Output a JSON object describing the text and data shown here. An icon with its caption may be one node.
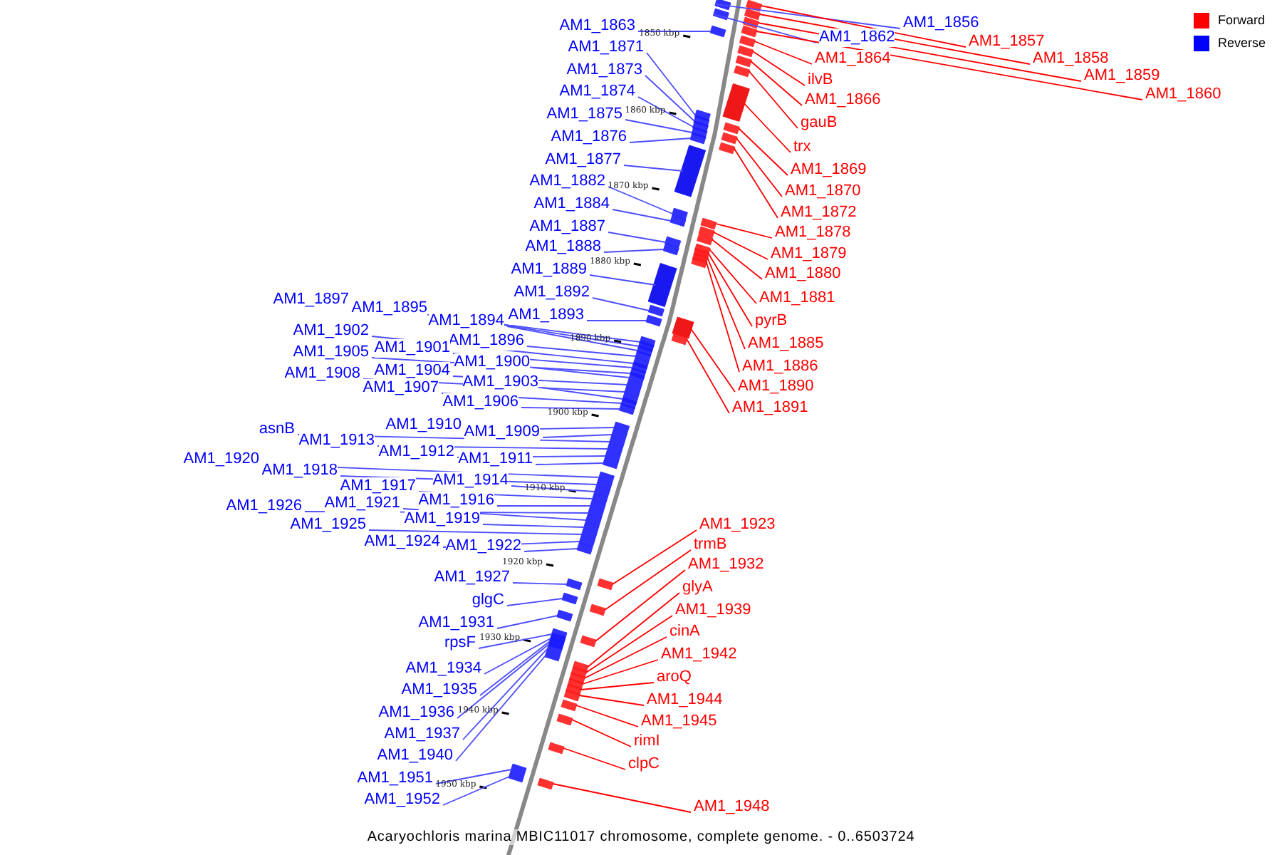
{
  "diagram": {
    "caption": "Acaryochloris marina MBIC11017 chromosome, complete genome. - 0..6503724",
    "nodes": [
      {
        "text": [
          "AM1_1856"
        ]
      },
      {
        "text": [
          "AM1_1862"
        ]
      },
      {
        "text": [
          "AM1_1863"
        ]
      },
      {
        "text": [
          "AM1_1871"
        ]
      },
      {
        "text": [
          "AM1_1873"
        ]
      },
      {
        "text": [
          "AM1_1874"
        ]
      },
      {
        "text": [
          "AM1_1875"
        ]
      },
      {
        "text": [
          "AM1_1876"
        ]
      },
      {
        "text": [
          "AM1_1877"
        ]
      },
      {
        "text": [
          "AM1_1882"
        ]
      },
      {
        "text": [
          "AM1_1884"
        ]
      },
      {
        "text": [
          "AM1_1887"
        ]
      },
      {
        "text": [
          "AM1_1888"
        ]
      },
      {
        "text": [
          "AM1_1889"
        ]
      },
      {
        "text": [
          "AM1_1892"
        ]
      },
      {
        "text": [
          "AM1_1893"
        ]
      },
      {
        "text": [
          "AM1_1897"
        ]
      },
      {
        "text": [
          "AM1_1895"
        ]
      },
      {
        "text": [
          "AM1_1894"
        ]
      },
      {
        "text": [
          "AM1_1896"
        ]
      },
      {
        "text": [
          "AM1_1902"
        ]
      },
      {
        "text": [
          "AM1_1901"
        ]
      },
      {
        "text": [
          "AM1_1905"
        ]
      },
      {
        "text": [
          "AM1_1900"
        ]
      },
      {
        "text": [
          "AM1_1904"
        ]
      },
      {
        "text": [
          "AM1_1908"
        ]
      },
      {
        "text": [
          "AM1_1903"
        ]
      },
      {
        "text": [
          "AM1_1907"
        ]
      },
      {
        "text": [
          "AM1_1906"
        ]
      },
      {
        "text": [
          "AM1_1910"
        ]
      },
      {
        "text": [
          "AM1_1909"
        ]
      },
      {
        "text": [
          "asnB"
        ]
      },
      {
        "text": [
          "AM1_1913"
        ]
      },
      {
        "text": [
          "AM1_1912"
        ]
      },
      {
        "text": [
          "AM1_1911"
        ]
      },
      {
        "text": [
          "AM1_1920"
        ]
      },
      {
        "text": [
          "AM1_1918"
        ]
      },
      {
        "text": [
          "AM1_1914"
        ]
      },
      {
        "text": [
          "AM1_1917"
        ]
      },
      {
        "text": [
          "AM1_1916"
        ]
      },
      {
        "text": [
          "AM1_1926"
        ]
      },
      {
        "text": [
          "AM1_1921"
        ]
      },
      {
        "text": [
          "AM1_1919"
        ]
      },
      {
        "text": [
          "AM1_1925"
        ]
      },
      {
        "text": [
          "AM1_1924"
        ]
      },
      {
        "text": [
          "AM1_1922"
        ]
      },
      {
        "text": [
          "AM1_1927"
        ]
      },
      {
        "text": [
          "glgC"
        ]
      },
      {
        "text": [
          "AM1_1931"
        ]
      },
      {
        "text": [
          "rpsF"
        ]
      },
      {
        "text": [
          "AM1_1934"
        ]
      },
      {
        "text": [
          "AM1_1935"
        ]
      },
      {
        "text": [
          "AM1_1936"
        ]
      },
      {
        "text": [
          "AM1_1937"
        ]
      },
      {
        "text": [
          "AM1_1940"
        ]
      },
      {
        "text": [
          "AM1_1951"
        ]
      },
      {
        "text": [
          "AM1_1952"
        ]
      },
      {
        "text": [
          "AM1_1857"
        ]
      },
      {
        "text": [
          "AM1_1858"
        ]
      },
      {
        "text": [
          "AM1_1859"
        ]
      },
      {
        "text": [
          "AM1_1860"
        ]
      },
      {
        "text": [
          "AM1_1864"
        ]
      },
      {
        "text": [
          "ilvB"
        ]
      },
      {
        "text": [
          "AM1_1866"
        ]
      },
      {
        "text": [
          "gauB"
        ]
      },
      {
        "text": [
          "trx"
        ]
      },
      {
        "text": [
          "AM1_1869"
        ]
      },
      {
        "text": [
          "AM1_1870"
        ]
      },
      {
        "text": [
          "AM1_1872"
        ]
      },
      {
        "text": [
          "AM1_1878"
        ]
      },
      {
        "text": [
          "AM1_1879"
        ]
      },
      {
        "text": [
          "AM1_1880"
        ]
      },
      {
        "text": [
          "AM1_1881"
        ]
      },
      {
        "text": [
          "pyrB"
        ]
      },
      {
        "text": [
          "AM1_1885"
        ]
      },
      {
        "text": [
          "AM1_1886"
        ]
      },
      {
        "text": [
          "AM1_1890"
        ]
      },
      {
        "text": [
          "AM1_1891"
        ]
      },
      {
        "text": [
          "AM1_1923"
        ]
      },
      {
        "text": [
          "trmB"
        ]
      },
      {
        "text": [
          "AM1_1932"
        ]
      },
      {
        "text": [
          "glyA"
        ]
      },
      {
        "text": [
          "AM1_1939"
        ]
      },
      {
        "text": [
          "cinA"
        ]
      },
      {
        "text": [
          "AM1_1942"
        ]
      },
      {
        "text": [
          "aroQ"
        ]
      },
      {
        "text": [
          "AM1_1944"
        ]
      },
      {
        "text": [
          "AM1_1945"
        ]
      },
      {
        "text": [
          "rimI"
        ]
      },
      {
        "text": [
          "clpC"
        ]
      },
      {
        "text": [
          "AM1_1948"
        ]
      },
      {
        "text": [],
        "shape": "box"
      },
      {
        "text": [],
        "shape": "box"
      },
      {
        "text": [],
        "shape": "box"
      },
      {
        "text": [],
        "shape": "box"
      },
      {
        "text": [],
        "shape": "box"
      },
      {
        "text": [],
        "shape": "box"
      },
      {
        "text": [],
        "shape": "box"
      },
      {
        "text": [],
        "shape": "box"
      },
      {
        "text": [],
        "shape": "box"
      },
      {
        "text": [],
        "shape": "box"
      },
      {
        "text": [],
        "shape": "box"
      },
      {
        "text": [],
        "shape": "box"
      },
      {
        "text": [],
        "shape": "box"
      },
      {
        "text": [],
        "shape": "box"
      },
      {
        "text": [],
        "shape": "box"
      },
      {
        "text": [],
        "shape": "box"
      },
      {
        "text": [],
        "shape": "box"
      },
      {
        "text": [],
        "shape": "box"
      },
      {
        "text": [],
        "shape": "box"
      },
      {
        "text": [],
        "shape": "box"
      },
      {
        "text": [],
        "shape": "box"
      },
      {
        "text": [],
        "shape": "box"
      },
      {
        "text": [],
        "shape": "box"
      },
      {
        "text": [],
        "shape": "box"
      },
      {
        "text": [],
        "shape": "box"
      },
      {
        "text": [],
        "shape": "box"
      },
      {
        "text": [],
        "shape": "box"
      },
      {
        "text": [],
        "shape": "box"
      },
      {
        "text": [],
        "shape": "box"
      },
      {
        "text": [],
        "shape": "box"
      },
      {
        "text": [],
        "shape": "box"
      },
      {
        "text": [],
        "shape": "box"
      },
      {
        "text": [],
        "shape": "box"
      },
      {
        "text": [],
        "shape": "box"
      },
      {
        "text": [],
        "shape": "box"
      },
      {
        "text": [],
        "shape": "box"
      },
      {
        "text": [],
        "shape": "box"
      },
      {
        "text": [],
        "shape": "box"
      },
      {
        "text": [],
        "shape": "box"
      },
      {
        "text": [],
        "shape": "box"
      },
      {
        "text": [],
        "shape": "box"
      },
      {
        "text": [],
        "shape": "box"
      },
      {
        "text": [],
        "shape": "box"
      },
      {
        "text": [],
        "shape": "box"
      },
      {
        "text": [],
        "shape": "box"
      },
      {
        "text": [],
        "shape": "box"
      },
      {
        "text": [],
        "shape": "box"
      },
      {
        "text": [],
        "shape": "box"
      },
      {
        "text": [],
        "shape": "box"
      },
      {
        "text": [],
        "shape": "box"
      },
      {
        "text": [],
        "shape": "box"
      },
      {
        "text": [],
        "shape": "box"
      },
      {
        "text": [],
        "shape": "box"
      },
      {
        "text": [],
        "shape": "box"
      },
      {
        "text": [],
        "shape": "box"
      },
      {
        "text": [],
        "shape": "box"
      },
      {
        "text": [],
        "shape": "box"
      },
      {
        "text": [],
        "shape": "box"
      },
      {
        "text": [],
        "shape": "box"
      },
      {
        "text": [],
        "shape": "box"
      },
      {
        "text": [],
        "shape": "box"
      },
      {
        "text": [],
        "shape": "box"
      },
      {
        "text": [],
        "shape": "box"
      },
      {
        "text": [],
        "shape": "box"
      },
      {
        "text": [],
        "shape": "box"
      },
      {
        "text": [],
        "shape": "box"
      },
      {
        "text": [],
        "shape": "box"
      },
      {
        "text": [],
        "shape": "box"
      },
      {
        "text": [],
        "shape": "box"
      },
      {
        "text": [],
        "shape": "box"
      },
      {
        "text": [],
        "shape": "box"
      },
      {
        "text": [],
        "shape": "box"
      },
      {
        "text": [],
        "shape": "box"
      },
      {
        "text": [],
        "shape": "box"
      },
      {
        "text": [],
        "shape": "box"
      },
      {
        "text": [],
        "shape": "box"
      },
      {
        "text": [],
        "shape": "box"
      },
      {
        "text": [],
        "shape": "box"
      },
      {
        "text": [],
        "shape": "box"
      },
      {
        "text": [],
        "shape": "box"
      },
      {
        "text": [],
        "shape": "box"
      },
      {
        "text": [],
        "shape": "box"
      },
      {
        "text": [],
        "shape": "box"
      },
      {
        "text": [],
        "shape": "box"
      },
      {
        "text": [],
        "shape": "box"
      },
      {
        "text": [],
        "shape": "box"
      },
      {
        "text": [],
        "shape": "box"
      },
      {
        "text": [],
        "shape": "box"
      },
      {
        "text": [],
        "shape": "box"
      },
      {
        "text": [],
        "shape": "box"
      },
      {
        "text": [],
        "shape": "box"
      }
    ],
    "edges": [
      {
        "from": 0,
        "to": 91,
        "arrow": "none"
      },
      {
        "from": 1,
        "to": 92,
        "arrow": "none"
      },
      {
        "from": 2,
        "to": 93,
        "arrow": "none"
      },
      {
        "from": 3,
        "to": 94,
        "arrow": "none"
      },
      {
        "from": 4,
        "to": 95,
        "arrow": "none"
      },
      {
        "from": 5,
        "to": 96,
        "arrow": "none"
      },
      {
        "from": 6,
        "to": 97,
        "arrow": "none"
      },
      {
        "from": 7,
        "to": 98,
        "arrow": "none"
      },
      {
        "from": 8,
        "to": 99,
        "arrow": "none"
      },
      {
        "from": 9,
        "to": 100,
        "arrow": "none"
      },
      {
        "from": 10,
        "to": 101,
        "arrow": "none"
      },
      {
        "from": 11,
        "to": 102,
        "arrow": "none"
      },
      {
        "from": 12,
        "to": 103,
        "arrow": "none"
      },
      {
        "from": 13,
        "to": 104,
        "arrow": "none"
      },
      {
        "from": 14,
        "to": 105,
        "arrow": "none"
      },
      {
        "from": 15,
        "to": 106,
        "arrow": "none"
      },
      {
        "from": 16,
        "to": 107,
        "arrow": "none"
      },
      {
        "from": 17,
        "to": 108,
        "arrow": "none"
      },
      {
        "from": 18,
        "to": 109,
        "arrow": "none"
      },
      {
        "from": 19,
        "to": 110,
        "arrow": "none"
      },
      {
        "from": 20,
        "to": 111,
        "arrow": "none"
      },
      {
        "from": 21,
        "to": 112,
        "arrow": "none"
      },
      {
        "from": 22,
        "to": 113,
        "arrow": "none"
      },
      {
        "from": 23,
        "to": 114,
        "arrow": "none"
      },
      {
        "from": 24,
        "to": 115,
        "arrow": "none"
      },
      {
        "from": 25,
        "to": 116,
        "arrow": "none"
      },
      {
        "from": 26,
        "to": 117,
        "arrow": "none"
      },
      {
        "from": 27,
        "to": 118,
        "arrow": "none"
      },
      {
        "from": 28,
        "to": 119,
        "arrow": "none"
      },
      {
        "from": 29,
        "to": 120,
        "arrow": "none"
      },
      {
        "from": 30,
        "to": 121,
        "arrow": "none"
      },
      {
        "from": 31,
        "to": 122,
        "arrow": "none"
      },
      {
        "from": 32,
        "to": 123,
        "arrow": "none"
      },
      {
        "from": 33,
        "to": 124,
        "arrow": "none"
      },
      {
        "from": 34,
        "to": 125,
        "arrow": "none"
      },
      {
        "from": 35,
        "to": 126,
        "arrow": "none"
      },
      {
        "from": 36,
        "to": 127,
        "arrow": "none"
      },
      {
        "from": 37,
        "to": 128,
        "arrow": "none"
      },
      {
        "from": 38,
        "to": 129,
        "arrow": "none"
      },
      {
        "from": 39,
        "to": 130,
        "arrow": "none"
      },
      {
        "from": 40,
        "to": 131,
        "arrow": "none"
      },
      {
        "from": 41,
        "to": 132,
        "arrow": "none"
      },
      {
        "from": 42,
        "to": 133,
        "arrow": "none"
      },
      {
        "from": 43,
        "to": 134,
        "arrow": "none"
      },
      {
        "from": 44,
        "to": 135,
        "arrow": "none"
      },
      {
        "from": 45,
        "to": 136,
        "arrow": "none"
      },
      {
        "from": 46,
        "to": 137,
        "arrow": "none"
      },
      {
        "from": 47,
        "to": 138,
        "arrow": "none"
      },
      {
        "from": 48,
        "to": 139,
        "arrow": "none"
      },
      {
        "from": 49,
        "to": 140,
        "arrow": "none"
      },
      {
        "from": 50,
        "to": 141,
        "arrow": "none"
      },
      {
        "from": 51,
        "to": 142,
        "arrow": "none"
      },
      {
        "from": 52,
        "to": 143,
        "arrow": "none"
      },
      {
        "from": 53,
        "to": 144,
        "arrow": "none"
      },
      {
        "from": 54,
        "to": 145,
        "arrow": "none"
      },
      {
        "from": 55,
        "to": 146,
        "arrow": "none"
      },
      {
        "from": 56,
        "to": 147,
        "arrow": "none"
      },
      {
        "from": 57,
        "to": 148,
        "arrow": "none",
        "color": "#ff0000"
      },
      {
        "from": 58,
        "to": 149,
        "arrow": "none",
        "color": "#ff0000"
      },
      {
        "from": 59,
        "to": 150,
        "arrow": "none",
        "color": "#ff0000"
      },
      {
        "from": 60,
        "to": 151,
        "arrow": "none",
        "color": "#ff0000"
      },
      {
        "from": 61,
        "to": 152,
        "arrow": "none",
        "color": "#ff0000"
      },
      {
        "from": 62,
        "to": 153,
        "arrow": "none",
        "color": "#ff0000"
      },
      {
        "from": 63,
        "to": 154,
        "arrow": "none",
        "color": "#ff0000"
      },
      {
        "from": 64,
        "to": 155,
        "arrow": "none",
        "color": "#ff0000"
      },
      {
        "from": 65,
        "to": 156,
        "arrow": "none",
        "color": "#ff0000"
      },
      {
        "from": 66,
        "to": 157,
        "arrow": "none",
        "color": "#ff0000"
      },
      {
        "from": 67,
        "to": 158,
        "arrow": "none",
        "color": "#ff0000"
      },
      {
        "from": 68,
        "to": 159,
        "arrow": "none",
        "color": "#ff0000"
      },
      {
        "from": 69,
        "to": 160,
        "arrow": "none",
        "color": "#ff0000"
      },
      {
        "from": 70,
        "to": 161,
        "arrow": "none",
        "color": "#ff0000"
      },
      {
        "from": 71,
        "to": 162,
        "arrow": "none",
        "color": "#ff0000"
      },
      {
        "from": 72,
        "to": 163,
        "arrow": "none",
        "color": "#ff0000"
      },
      {
        "from": 73,
        "to": 164,
        "arrow": "none",
        "color": "#ff0000"
      },
      {
        "from": 74,
        "to": 165,
        "arrow": "none",
        "color": "#ff0000"
      },
      {
        "from": 75,
        "to": 166,
        "arrow": "none",
        "color": "#ff0000"
      },
      {
        "from": 76,
        "to": 167,
        "arrow": "none",
        "color": "#ff0000"
      },
      {
        "from": 77,
        "to": 168,
        "arrow": "none",
        "color": "#ff0000"
      },
      {
        "from": 78,
        "to": 169,
        "arrow": "none",
        "color": "#ff0000"
      },
      {
        "from": 79,
        "to": 170,
        "arrow": "none",
        "color": "#ff0000"
      },
      {
        "from": 80,
        "to": 171,
        "arrow": "none",
        "color": "#ff0000"
      },
      {
        "from": 81,
        "to": 172,
        "arrow": "none",
        "color": "#ff0000"
      },
      {
        "from": 82,
        "to": 173,
        "arrow": "none",
        "color": "#ff0000"
      },
      {
        "from": 83,
        "to": 174,
        "arrow": "none",
        "color": "#ff0000"
      },
      {
        "from": 84,
        "to": 175,
        "arrow": "none",
        "color": "#ff0000"
      },
      {
        "from": 85,
        "to": 176,
        "arrow": "none",
        "color": "#ff0000"
      },
      {
        "from": 86,
        "to": 177,
        "arrow": "none",
        "color": "#ff0000"
      },
      {
        "from": 87,
        "to": 178,
        "arrow": "none",
        "color": "#ff0000"
      },
      {
        "from": 88,
        "to": 179,
        "arrow": "none",
        "color": "#ff0000"
      },
      {
        "from": 89,
        "to": 180,
        "arrow": "none",
        "color": "#ff0000"
      },
      {
        "from": 90,
        "to": 181,
        "arrow": "none",
        "color": "#ff0000"
      }
    ],
    "labels": [
      "1850 kbp",
      "1860 kbp",
      "1870 kbp",
      "1880 kbp",
      "1890 kbp",
      "1900 kbp",
      "1910 kbp",
      "1920 kbp",
      "1930 kbp",
      "1940 kbp",
      "1950 kbp"
    ],
    "legend": [
      {
        "text": "Forward",
        "color": "#ff0000"
      },
      {
        "text": "Reverse",
        "color": "#0000ff"
      }
    ]
  }
}
